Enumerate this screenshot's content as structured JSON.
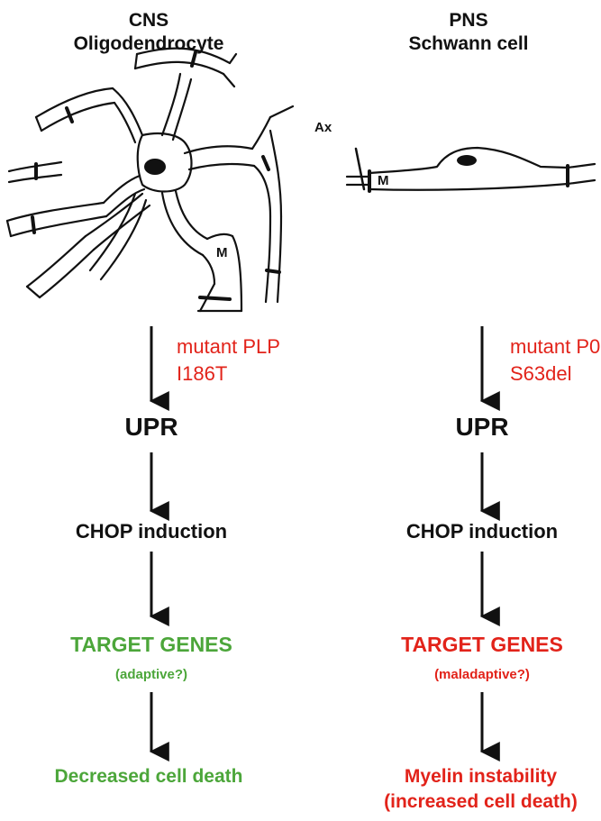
{
  "cns": {
    "title_line1": "CNS",
    "title_line2": "Oligodendrocyte",
    "label_m": "M",
    "mutation_line1": "mutant PLP",
    "mutation_line2": "I186T",
    "upr": "UPR",
    "chop": "CHOP induction",
    "target": "TARGET GENES",
    "target_note": "(adaptive?)",
    "outcome": "Decreased cell death"
  },
  "pns": {
    "title_line1": "PNS",
    "title_line2": "Schwann cell",
    "label_ax": "Ax",
    "label_m": "M",
    "mutation_line1": "mutant P0",
    "mutation_line2": "S63del",
    "upr": "UPR",
    "chop": "CHOP induction",
    "target": "TARGET GENES",
    "target_note": "(maladaptive?)",
    "outcome_line1": "Myelin instability",
    "outcome_line2": "(increased cell death)"
  },
  "colors": {
    "adaptive": "#4ca63a",
    "maladaptive": "#e2231a",
    "mutation": "#e2231a",
    "text": "#111111"
  }
}
